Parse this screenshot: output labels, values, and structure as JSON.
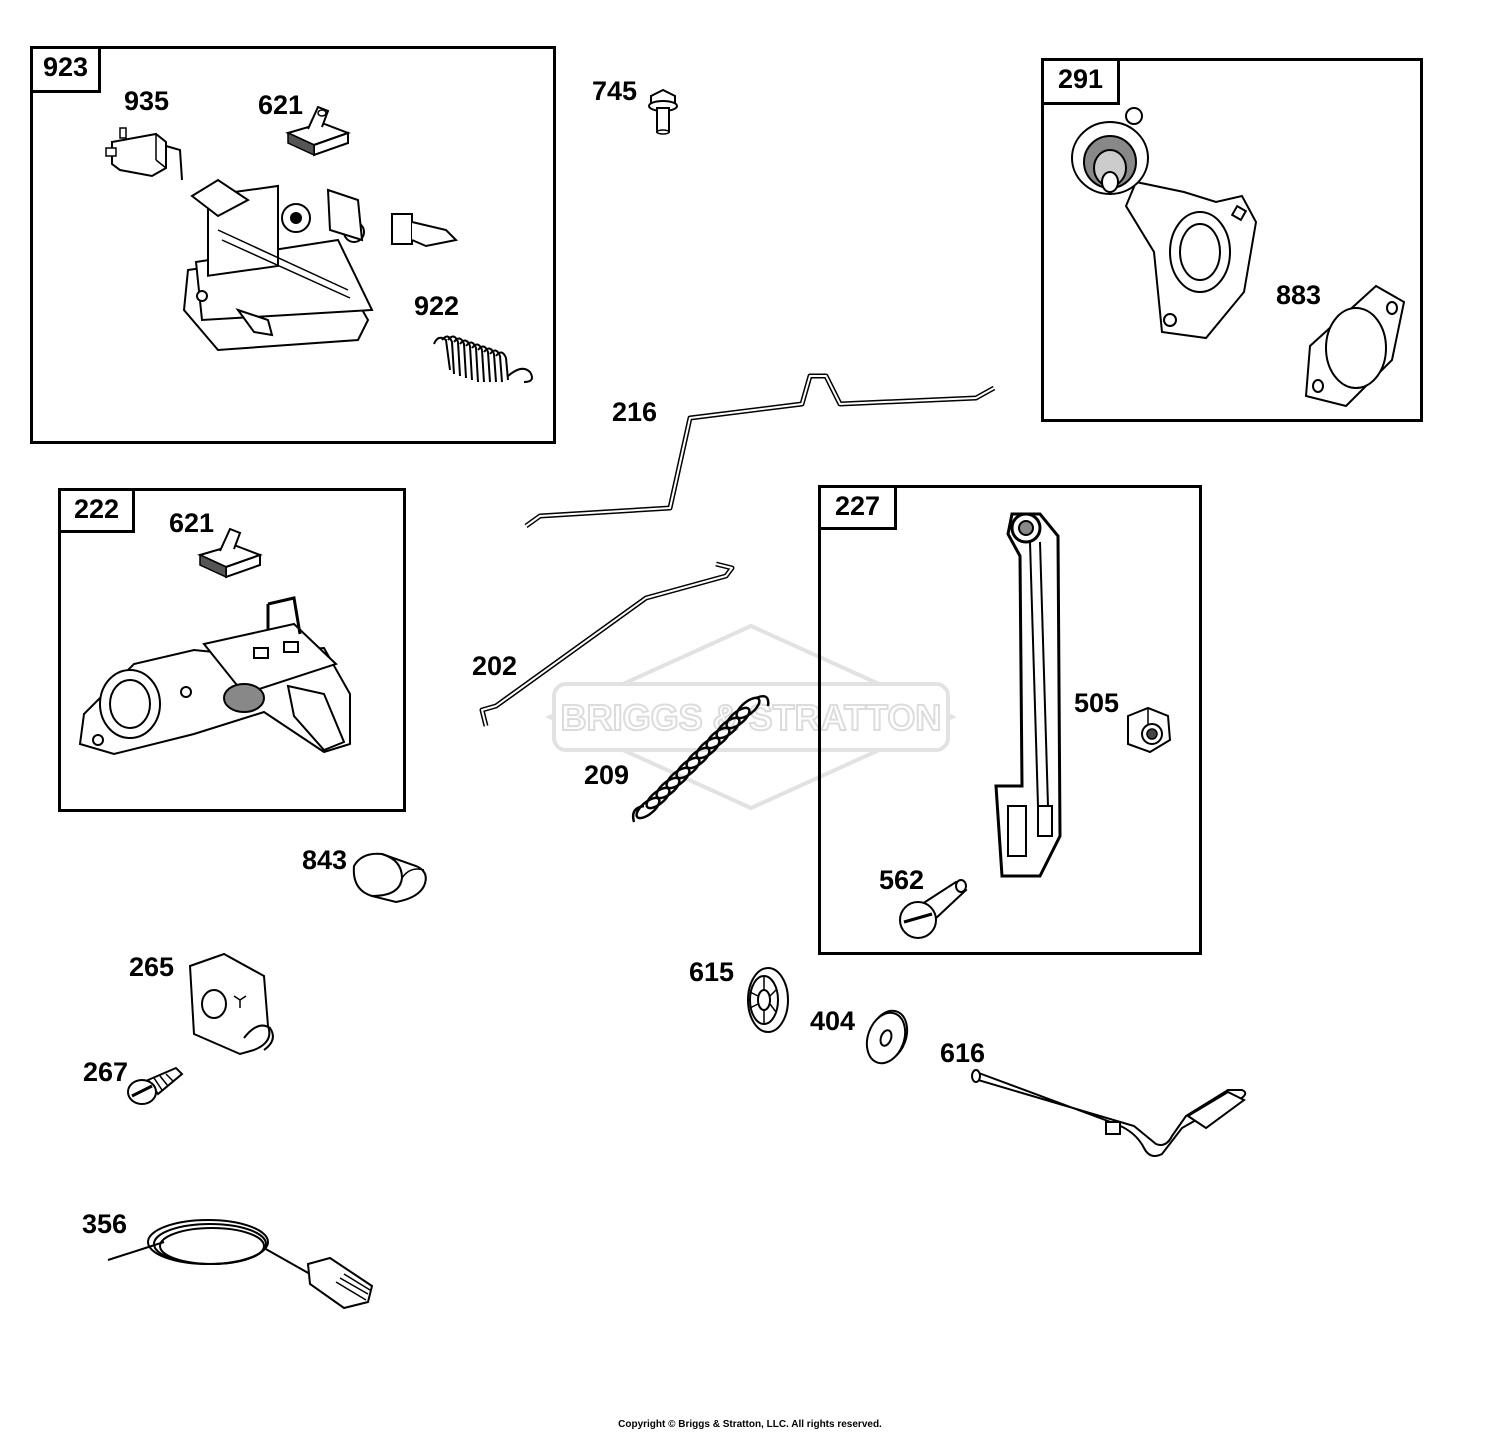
{
  "diagram": {
    "group_boxes": [
      {
        "id": "923",
        "label": "923"
      },
      {
        "id": "291",
        "label": "291"
      },
      {
        "id": "222",
        "label": "222"
      },
      {
        "id": "227",
        "label": "227"
      }
    ],
    "parts": [
      {
        "id": "935",
        "label": "935",
        "icon": "micro-switch-icon"
      },
      {
        "id": "621a",
        "label": "621",
        "icon": "clip-icon"
      },
      {
        "id": "922",
        "label": "922",
        "icon": "extension-spring-icon"
      },
      {
        "id": "745",
        "label": "745",
        "icon": "flange-bolt-icon"
      },
      {
        "id": "883",
        "label": "883",
        "icon": "gasket-icon"
      },
      {
        "id": "216",
        "label": "216",
        "icon": "governor-link-icon"
      },
      {
        "id": "621b",
        "label": "621",
        "icon": "clip-icon"
      },
      {
        "id": "202",
        "label": "202",
        "icon": "throttle-link-icon"
      },
      {
        "id": "209",
        "label": "209",
        "icon": "governor-spring-icon"
      },
      {
        "id": "505",
        "label": "505",
        "icon": "hex-nut-icon"
      },
      {
        "id": "562",
        "label": "562",
        "icon": "shoulder-bolt-icon"
      },
      {
        "id": "843",
        "label": "843",
        "icon": "bushing-icon"
      },
      {
        "id": "265",
        "label": "265",
        "icon": "cable-clamp-icon"
      },
      {
        "id": "267",
        "label": "267",
        "icon": "screw-icon"
      },
      {
        "id": "615",
        "label": "615",
        "icon": "seal-icon"
      },
      {
        "id": "404",
        "label": "404",
        "icon": "washer-icon"
      },
      {
        "id": "616",
        "label": "616",
        "icon": "governor-shaft-icon"
      },
      {
        "id": "356",
        "label": "356",
        "icon": "ground-wire-icon"
      }
    ],
    "watermark_text": "BRIGGS & STRATTON",
    "copyright": "Copyright © Briggs & Stratton, LLC. All rights reserved."
  }
}
